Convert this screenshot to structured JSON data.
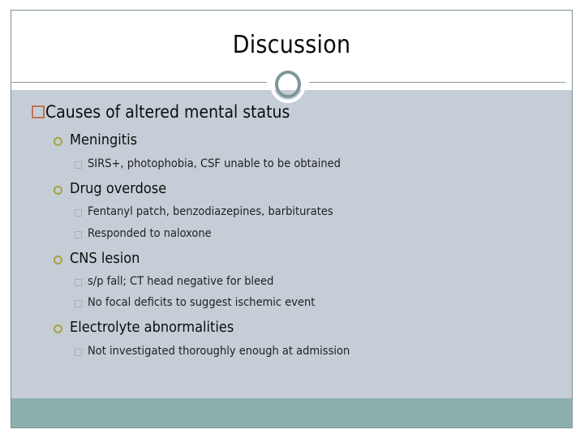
{
  "slide": {
    "title": "Discussion",
    "colors": {
      "body_background": "#c5ced6",
      "title_background": "#ffffff",
      "footer_band": "#8db0ae",
      "divider_line": "#8a9ba1",
      "ring_ornament": "#7f979b",
      "bullet_level1": "#c0705a",
      "bullet_level2": "#a8a23c",
      "bullet_level3": "#9fb2bd",
      "text": "#0d0d0d"
    },
    "ornament_icon": "ring-circle-ornament",
    "content": {
      "heading": "Causes of altered mental status",
      "groups": [
        {
          "label": "Meningitis",
          "details": [
            "SIRS+, photophobia, CSF unable to be obtained"
          ]
        },
        {
          "label": "Drug overdose",
          "details": [
            "Fentanyl patch, benzodiazepines, barbiturates",
            "Responded to naloxone"
          ]
        },
        {
          "label": "CNS lesion",
          "details": [
            "s/p fall; CT head negative for bleed",
            "No focal deficits to suggest ischemic event"
          ]
        },
        {
          "label": "Electrolyte abnormalities",
          "details": [
            "Not investigated thoroughly enough at admission"
          ]
        }
      ]
    }
  }
}
